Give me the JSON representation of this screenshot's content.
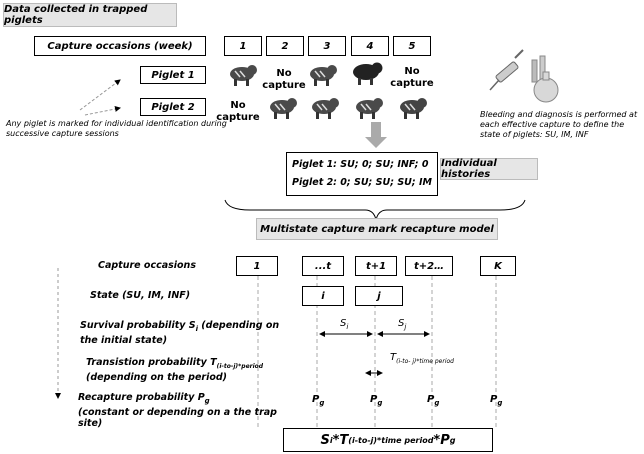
{
  "header": {
    "title": "Data collected in trapped piglets"
  },
  "capture_row": {
    "label": "Capture occasions (week)",
    "weeks": [
      "1",
      "2",
      "3",
      "4",
      "5"
    ]
  },
  "piglets": [
    {
      "label": "Piglet 1",
      "no_capture": [
        "No",
        "capture",
        "No",
        "capture"
      ]
    },
    {
      "label": "Piglet 2",
      "no_capture": [
        "No",
        "capture"
      ]
    }
  ],
  "note_left": "Any piglet is marked for individual identification during successive capture sessions",
  "note_right": "Bleeding and diagnosis is performed at each effective capture to define the state of piglets: SU, IM, INF",
  "histories": {
    "line1": "Piglet 1: SU; 0; SU; INF; 0",
    "line2": "Piglet 2: 0; SU; SU; SU; IM",
    "label": "Individual histories"
  },
  "model": {
    "title": "Multistate capture mark recapture model"
  },
  "rows": {
    "capture_occasions": "Capture occasions",
    "state": "State (SU, IM, INF)",
    "survival": "Survival probability S",
    "survival_sub": "i",
    "survival_rest": " (depending on the initial state)",
    "transition": "Transistion probability T",
    "transition_sub": "(i-to-j)*period",
    "transition_rest": "(depending on the period)",
    "recapture": "Recapture probability P",
    "recapture_sub": "g",
    "recapture_rest": "(constant or depending on a the trap site)"
  },
  "occasions": [
    "1",
    "...t",
    "t+1",
    "t+2…",
    "K"
  ],
  "states": [
    "i",
    "j"
  ],
  "s_labels": [
    "S",
    "S"
  ],
  "s_subs": [
    "i",
    "j"
  ],
  "t_label": "T",
  "t_sub": "(i-to- j)*time period",
  "p_label": "P",
  "p_sub": "g",
  "formula": {
    "s": "S",
    "s_sub": "i",
    "t": "*T",
    "t_sub": "(i-to-j)*time period",
    "p": "*P",
    "p_sub": "g"
  }
}
